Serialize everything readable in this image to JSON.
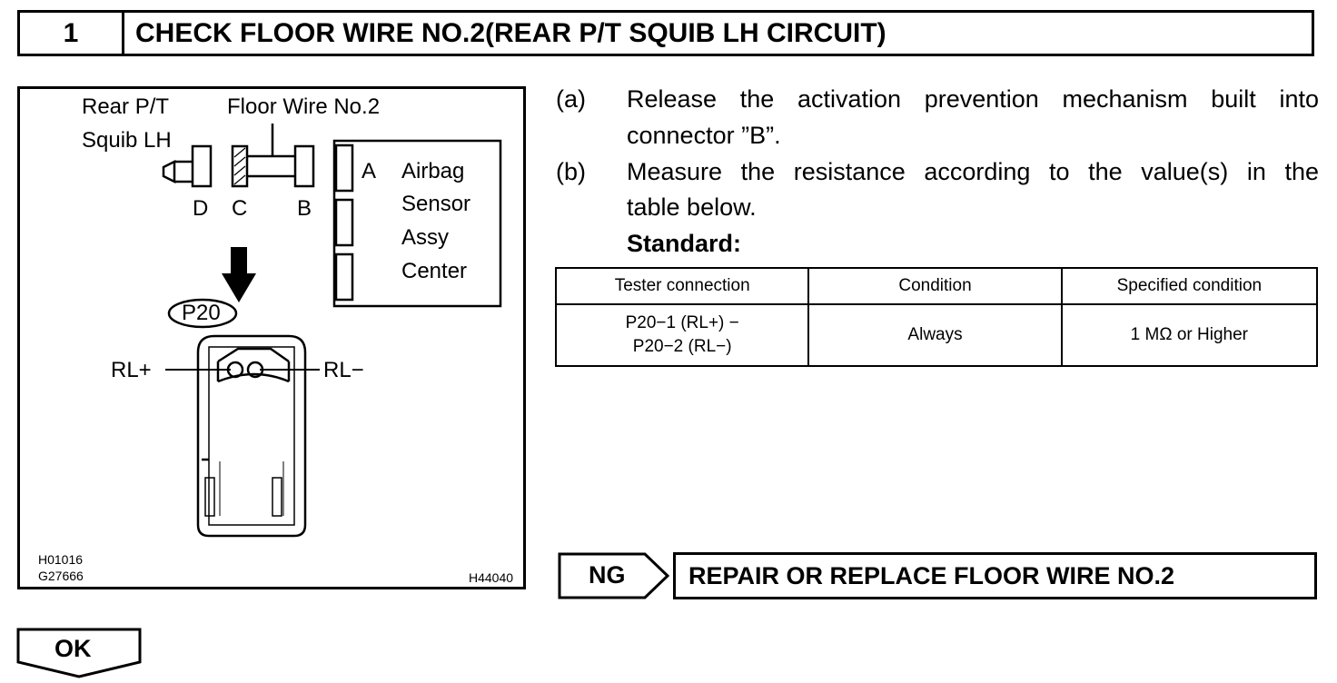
{
  "step": {
    "number": "1",
    "title": "CHECK FLOOR WIRE NO.2(REAR P/T SQUIB LH CIRCUIT)"
  },
  "figure": {
    "label_squib_line1": "Rear P/T",
    "label_squib_line2": "Squib LH",
    "label_floor_wire": "Floor Wire No.2",
    "connector_d": "D",
    "connector_c": "C",
    "connector_b": "B",
    "connector_a": "A",
    "sensor_line1": "Airbag",
    "sensor_line2": "Sensor",
    "sensor_line3": "Assy",
    "sensor_line4": "Center",
    "connector_id": "P20",
    "terminal_plus": "RL+",
    "terminal_minus": "RL−",
    "code1": "H01016",
    "code2": "G27666",
    "code3": "H44040"
  },
  "instructions": {
    "a_letter": "(a)",
    "a_line1": "Release the activation prevention mechanism built into",
    "a_line2": "connector ”B”.",
    "b_letter": "(b)",
    "b_line1": "Measure the resistance according to the value(s) in the",
    "b_line2": "table below.",
    "standard": "Standard:"
  },
  "table": {
    "headers": [
      "Tester connection",
      "Condition",
      "Specified condition"
    ],
    "row": {
      "connection_line1": "P20−1 (RL+) −",
      "connection_line2": "P20−2 (RL−)",
      "condition": "Always",
      "specified": "1 MΩ or Higher"
    }
  },
  "result": {
    "ng_label": "NG",
    "ng_action": "REPAIR OR REPLACE FLOOR WIRE NO.2",
    "ok_label": "OK"
  }
}
